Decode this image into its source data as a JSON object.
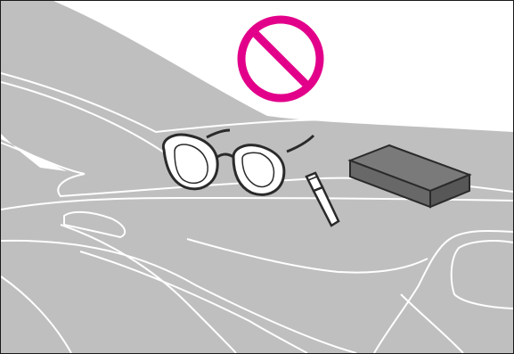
{
  "illustration": {
    "subject": "dashboard-with-objects",
    "items": [
      {
        "name": "sunglasses"
      },
      {
        "name": "lighter"
      },
      {
        "name": "box"
      }
    ],
    "warning": {
      "icon": "prohibition-icon"
    }
  },
  "colors": {
    "dashboard_fill": "#bfbfbf",
    "line": "#ffffff",
    "object_outline": "#2a2a2a",
    "box_top": "#7a7a7a",
    "box_side": "#575757",
    "box_front": "#686868",
    "prohibition": "#e2008a",
    "frame": "#1a1a1a",
    "background": "#ffffff"
  }
}
